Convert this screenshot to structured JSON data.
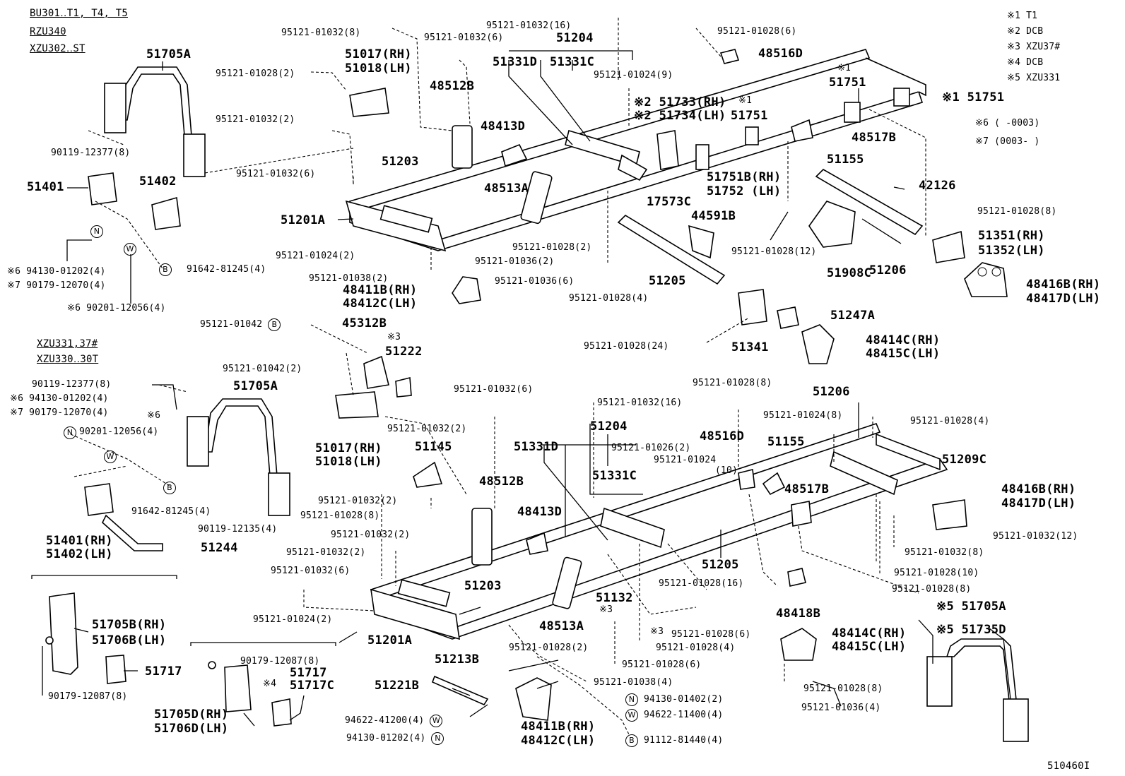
{
  "headers": {
    "top_models": [
      "BU301‥T1, T4, T5",
      "RZU340",
      "XZU302‥ST"
    ],
    "bottom_models": [
      "XZU331,37#",
      "XZU330‥30T"
    ]
  },
  "notes": [
    "※1 T1",
    "※2 DCB",
    "※3  XZU37#",
    "※4  DCB",
    "※5  XZU331",
    "※6 (        -0003)",
    "※7 (0003-         )"
  ],
  "diagram_id": "510460I",
  "labels": {
    "t51705A": "51705A",
    "t90119_12377_8": "90119-12377(8)",
    "t51401": "51401",
    "t51402": "51402",
    "tN1": "N",
    "tW1": "W",
    "tB1": "B",
    "t94130_01202_4": "※6 94130-01202(4)",
    "t90179_12070_4": "※7 90179-12070(4)",
    "t90201_12056_4": "※6 90201-12056(4)",
    "t91642_81245_4": "91642-81245(4)",
    "t95121_01032_8a": "95121-01032(8)",
    "t95121_01032_6a": "95121-01032(6)",
    "t95121_01032_16a": "95121-01032(16)",
    "t51204a": "51204",
    "t51017a": "51017(RH)",
    "t51018a": "51018(LH)",
    "t95121_01028_2a": "95121-01028(2)",
    "t95121_01032_2a": "95121-01032(2)",
    "t51331Da": "51331D",
    "t51331Ca": "51331C",
    "t48512Ba": "48512B",
    "t95121_01024_9": "95121-01024(9)",
    "t51733": "※2 51733(RH)",
    "t51734": "※2 51734(LH)",
    "t48413Da": "48413D",
    "t95121_01032_6b": "95121-01032(6)",
    "t51203a": "51203",
    "t48513Aa": "48513A",
    "t51201Aa": "51201A",
    "t95121_01024_2a": "95121-01024(2)",
    "t95121_01038_2a": "95121-01038(2)",
    "t95121_01028_2b": "95121-01028(2)",
    "t95121_01036_2": "95121-01036(2)",
    "t48411Ba": "48411B(RH)",
    "t48412Ca": "48412C(LH)",
    "t95121_01036_6": "95121-01036(6)",
    "t95121_01028_4a": "95121-01028(4)",
    "t95121_01028_6a": "95121-01028(6)",
    "t48516Da": "48516D",
    "tmark1a": "※1",
    "tmark1b": "※1",
    "t51751a": "51751",
    "t51751b": "51751",
    "t51751c": "※1 51751",
    "t48517Ba": "48517B",
    "t51155a": "51155",
    "t51751B": "51751B(RH)",
    "t51752": "51752 (LH)",
    "t17573C": "17573C",
    "t44591B": "44591B",
    "t42126": "42126",
    "t95121_01028_12": "95121-01028(12)",
    "t51908C": "51908C",
    "t51206a": "51206",
    "t51205a": "51205",
    "t95121_01028_8a": "95121-01028(8)",
    "t51351": "51351(RH)",
    "t51352": "51352(LH)",
    "t48416Ba": "48416B(RH)",
    "t48417Da": "48417D(LH)",
    "t51247A": "51247A",
    "t95121_01028_24": "95121-01028(24)",
    "t51341": "51341",
    "t48414Ca": "48414C(RH)",
    "t48415Ca": "48415C(LH)",
    "t95121_01042_a": "95121-01042",
    "tB2": "B",
    "t45312B": "45312B",
    "tmark3a": "※3",
    "t51222": "51222",
    "t95121_01042_2": "95121-01042(2)",
    "t90119_12377_8b": "90119-12377(8)",
    "t94130_01202_4b": "※6 94130-01202(4)",
    "t90179_12070_4b": "※7 90179-12070(4)",
    "tmark6": "※6",
    "tN2": "N",
    "t90201_12056_4b": "90201-12056(4)",
    "t51705Ab": "51705A",
    "tW2": "W",
    "tB3": "B",
    "t91642_81245_4b": "91642-81245(4)",
    "t51017b": "51017(RH)",
    "t51018b": "51018(LH)",
    "t95121_01032_2b": "95121-01032(2)",
    "t51401b": "51401(RH)",
    "t51402b": "51402(LH)",
    "t90119_12135": "90119-12135(4)",
    "t51244": "51244",
    "t51145": "51145",
    "t95121_01032_2c": "95121-01032(2)",
    "t95121_01028_8b": "95121-01028(8)",
    "t95121_01032_2d": "95121-01032(2)",
    "t95121_01032_2e": "95121-01032(2)",
    "t95121_01032_6c": "95121-01032(6)",
    "t95121_01024_2b": "95121-01024(2)",
    "t51201Ab": "51201A",
    "t51203b": "51203",
    "t48512Bb": "48512B",
    "t48413Db": "48413D",
    "t48513Ab": "48513A",
    "t95121_01032_6d": "95121-01032(6)",
    "t95121_01032_16b": "95121-01032(16)",
    "t51204b": "51204",
    "t51331Db": "51331D",
    "t95121_01026_2": "95121-01026(2)",
    "t95121_01024_10a": "95121-01024",
    "t95121_01024_10b": "(10)",
    "t51331Cb": "51331C",
    "t95121_01028_8c": "95121-01028(8)",
    "t51206b": "51206",
    "t95121_01024_8": "95121-01024(8)",
    "t95121_01028_4b": "95121-01028(4)",
    "t48516Db": "48516D",
    "t51155b": "51155",
    "t51209C": "51209C",
    "t48517Bb": "48517B",
    "t48416Bb": "48416B(RH)",
    "t48417Db": "48417D(LH)",
    "t95121_01032_12": "95121-01032(12)",
    "t95121_01032_8b": "95121-01032(8)",
    "t95121_01028_10": "95121-01028(10)",
    "t95121_01028_8d": "95121-01028(8)",
    "t51205b": "51205",
    "t95121_01028_16": "95121-01028(16)",
    "t48418B": "48418B",
    "t51132": "51132",
    "tmark3b": "※3",
    "tmark3c": "※3",
    "t95121_01028_6b": "95121-01028(6)",
    "t95121_01028_4c": "95121-01028(4)",
    "t95121_01028_6c": "95121-01028(6)",
    "t95121_01028_2c": "95121-01028(2)",
    "t48414Cb": "48414C(RH)",
    "t48415Cb": "48415C(LH)",
    "t95121_01028_8e": "95121-01028(8)",
    "t95121_01036_4": "95121-01036(4)",
    "t51705Ac": "※5 51705A",
    "t51735D": "※5 51735D",
    "t51705B": "51705B(RH)",
    "t51706B": "51706B(LH)",
    "t51717a": "51717",
    "t90179_12087_8a": "90179-12087(8)",
    "t90179_12087_8b": "90179-12087(8)",
    "t51717b": "51717",
    "t51717C": "51717C",
    "tmark4": "※4",
    "t51705D": "51705D(RH)",
    "t51706D": "51706D(LH)",
    "t51213B": "51213B",
    "t51221B": "51221B",
    "t95121_01038_4": "95121-01038(4)",
    "tN3": "N",
    "t94130_01402_2": "94130-01402(2)",
    "tW3": "W",
    "t94622_11400_4": "94622-11400(4)",
    "tB4": "B",
    "t91112_81440_4": "91112-81440(4)",
    "t94622_41200_4": "94622-41200(4)",
    "tW4": "W",
    "t94130_01202_4c": "94130-01202(4)",
    "tN4": "N",
    "t48411Bb": "48411B(RH)",
    "t48412Cb": "48412C(LH)",
    "t51201A_b_ref": "51201A"
  }
}
